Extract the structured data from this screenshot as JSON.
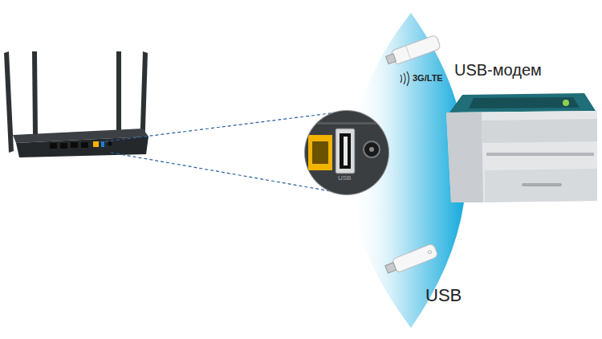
{
  "diagram": {
    "labels": [
      "USB-модем",
      "3G/LTE",
      "USB",
      "USB"
    ]
  }
}
